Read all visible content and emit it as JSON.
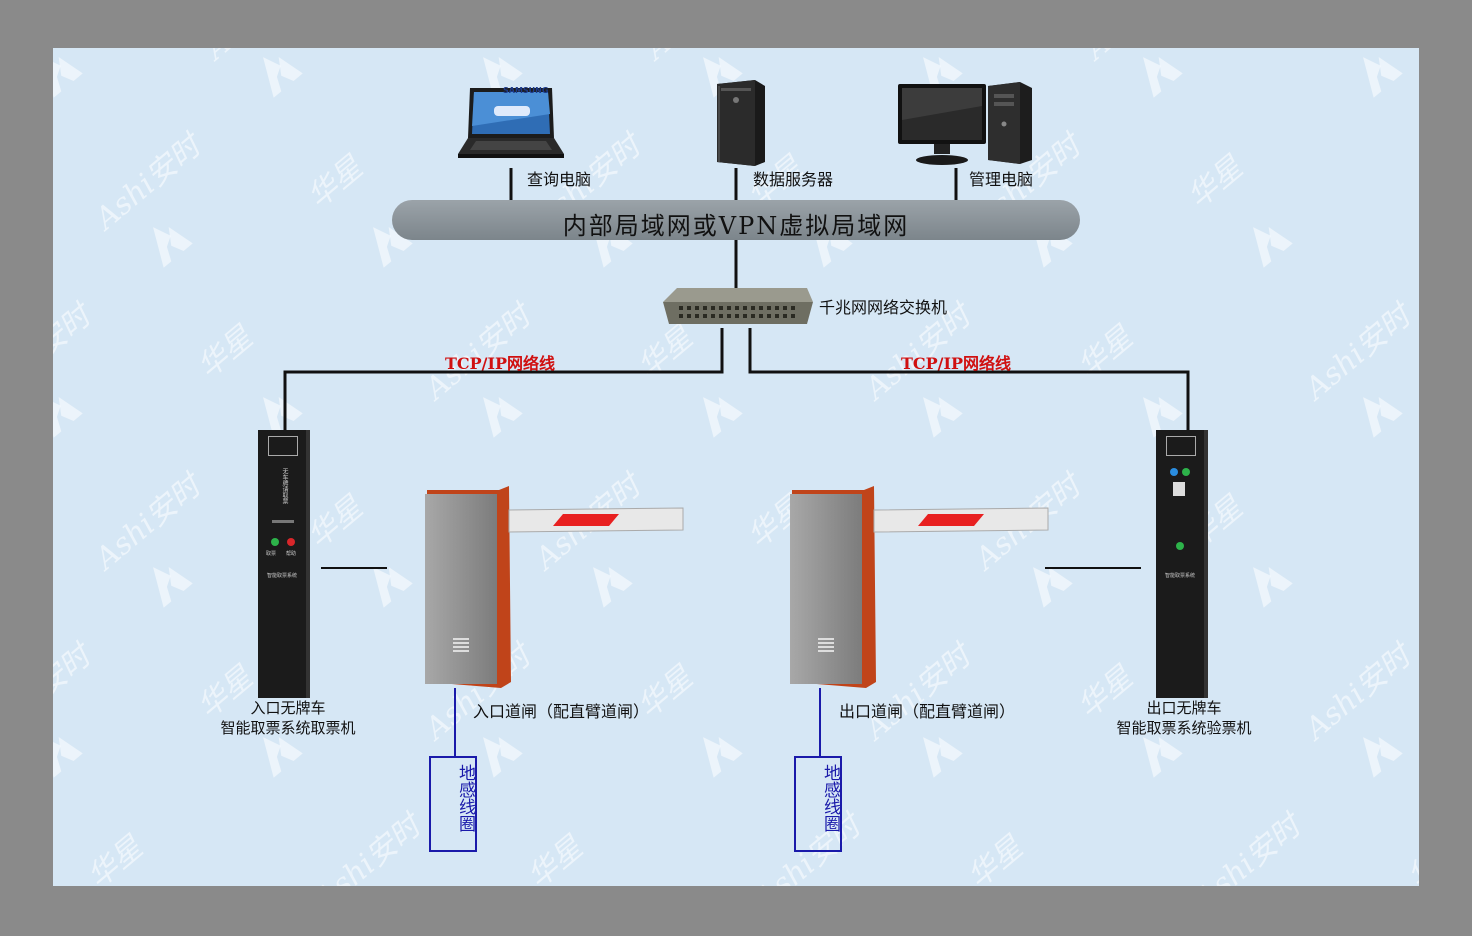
{
  "devices": {
    "query_pc": "查询电脑",
    "data_server": "数据服务器",
    "admin_pc": "管理电脑",
    "laptop_brand": "SAMSUNG"
  },
  "network": {
    "lan_label": "内部局域网或VPN虚拟局域网",
    "switch_label": "千兆网网络交换机",
    "left_cable_label": "TCP/IP网络线",
    "right_cable_label": "TCP/IP网络线"
  },
  "entrance": {
    "kiosk_line1": "入口无牌车",
    "kiosk_line2": "智能取票系统取票机",
    "barrier_label": "入口道闸（配直臂道闸）",
    "loop_label": "地感线圈"
  },
  "exit": {
    "kiosk_line1": "出口无牌车",
    "kiosk_line2": "智能取票系统验票机",
    "barrier_label": "出口道闸（配直臂道闸）",
    "loop_label": "地感线圈"
  },
  "kiosk_panel": {
    "entrance_text": "无车牌请取票",
    "entrance_btn_left": "取票",
    "entrance_btn_right": "帮助",
    "entrance_footer": "智能取票系统",
    "exit_footer": "智能取票系统"
  },
  "watermark": {
    "brand_en": "Ashi安时",
    "brand_cn": "华星"
  },
  "colors": {
    "canvas_bg": "#d6e7f5",
    "frame": "#8a8a8a",
    "cable_label": "#d01010",
    "loop": "#1a1aaa",
    "barrier_arm_stripe": "#e82020",
    "barrier_cabinet_top": "#c0441a"
  }
}
